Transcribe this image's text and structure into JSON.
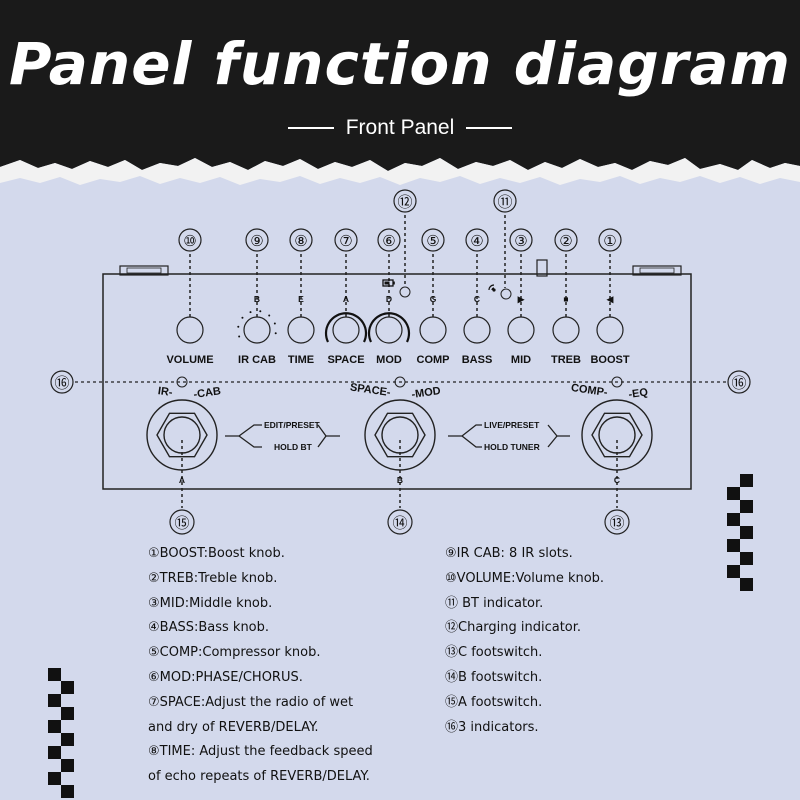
{
  "header": {
    "title": "Panel function diagram",
    "subtitle": "Front Panel"
  },
  "knobs": [
    {
      "id": "knob-volume",
      "number": "⑩",
      "label": "VOLUME"
    },
    {
      "id": "knob-ir-cab",
      "number": "⑨",
      "label": "IR CAB",
      "letter": "B"
    },
    {
      "id": "knob-time",
      "number": "⑧",
      "label": "TIME",
      "letter": "E"
    },
    {
      "id": "knob-space",
      "number": "⑦",
      "label": "SPACE",
      "letter": "A"
    },
    {
      "id": "knob-mod",
      "number": "⑥",
      "label": "MOD",
      "letter": "D"
    },
    {
      "id": "knob-comp",
      "number": "⑤",
      "label": "COMP",
      "letter": "G"
    },
    {
      "id": "knob-bass",
      "number": "④",
      "label": "BASS",
      "letter": "C"
    },
    {
      "id": "knob-mid",
      "number": "③",
      "label": "MID",
      "symbol": "▶"
    },
    {
      "id": "knob-treb",
      "number": "②",
      "label": "TREB",
      "symbol": "■"
    },
    {
      "id": "knob-boost",
      "number": "①",
      "label": "BOOST",
      "symbol": "◀"
    }
  ],
  "indicators": {
    "charging_number": "⑫",
    "bt_number": "⑪",
    "three_number": "⑯"
  },
  "footswitches": [
    {
      "id": "footswitch-a",
      "number": "⑮",
      "top_left": "IR-",
      "top_right": "-CAB",
      "letter": "A"
    },
    {
      "id": "footswitch-b",
      "number": "⑭",
      "top_left": "SPACE-",
      "top_right": "-MOD",
      "letter": "B"
    },
    {
      "id": "footswitch-c",
      "number": "⑬",
      "top_left": "COMP-",
      "top_right": "-EQ",
      "letter": "C"
    }
  ],
  "combos": {
    "left_top": "EDIT/PRESET",
    "left_bottom": "HOLD BT",
    "right_top": "LIVE/PRESET",
    "right_bottom": "HOLD TUNER"
  },
  "descriptions_left": [
    "①BOOST:Boost knob.",
    "②TREB:Treble knob.",
    "③MID:Middle knob.",
    "④BASS:Bass knob.",
    "⑤COMP:Compressor knob.",
    "⑥MOD:PHASE/CHORUS.",
    "⑦SPACE:Adjust the radio of wet",
    "and dry of REVERB/DELAY.",
    "⑧TIME: Adjust the feedback speed",
    "of echo repeats of REVERB/DELAY."
  ],
  "descriptions_right": [
    "⑨IR CAB: 8 IR slots.",
    "⑩VOLUME:Volume knob.",
    "⑪ BT indicator.",
    "⑫Charging indicator.",
    "⑬C footswitch.",
    "⑭B footswitch.",
    "⑮A footswitch.",
    "⑯3 indicators."
  ]
}
